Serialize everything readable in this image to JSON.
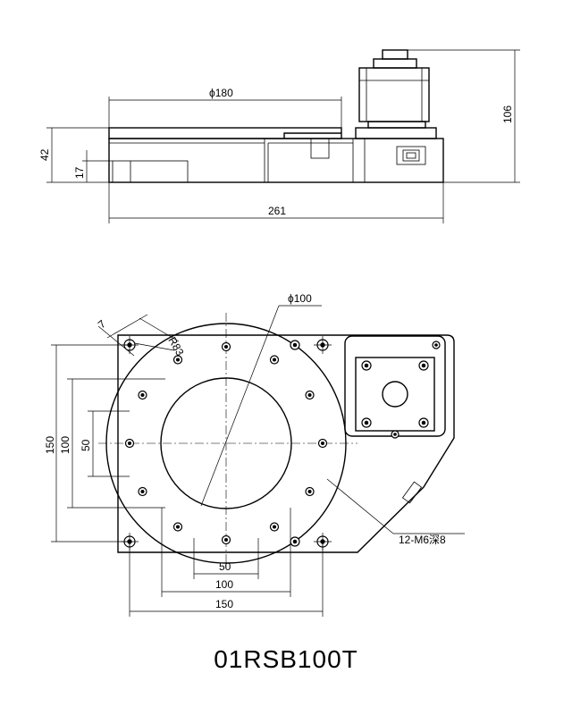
{
  "title": "01RSB100T",
  "side_view": {
    "dims": {
      "diameter_180": "ϕ180",
      "height_42": "42",
      "height_17": "17",
      "length_261": "261",
      "height_106": "106"
    }
  },
  "top_view": {
    "dims": {
      "diameter_100": "ϕ100",
      "angle_7": "7",
      "radius_83": "R83",
      "v150": "150",
      "v100": "100",
      "v50": "50",
      "h50": "50",
      "h100": "100",
      "h150": "150",
      "holes_note": "12-M6深8"
    }
  }
}
